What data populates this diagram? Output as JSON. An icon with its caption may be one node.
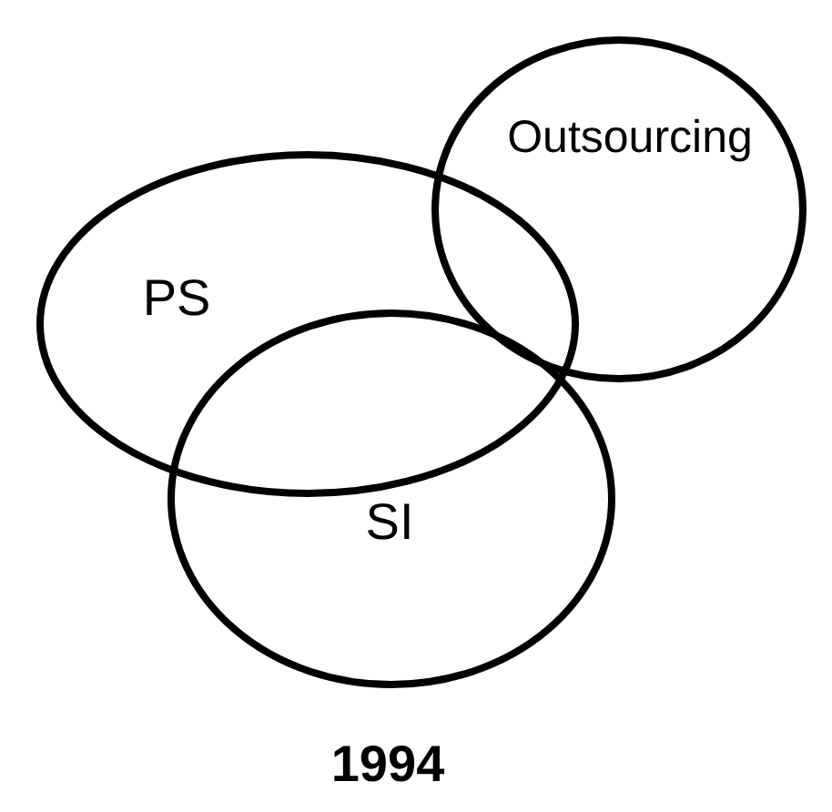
{
  "diagram": {
    "nodes": [
      {
        "text": [
          "PS"
        ]
      },
      {
        "text": [
          "Outsourcing"
        ]
      },
      {
        "text": [
          "SI"
        ]
      }
    ],
    "caption": "1994"
  }
}
